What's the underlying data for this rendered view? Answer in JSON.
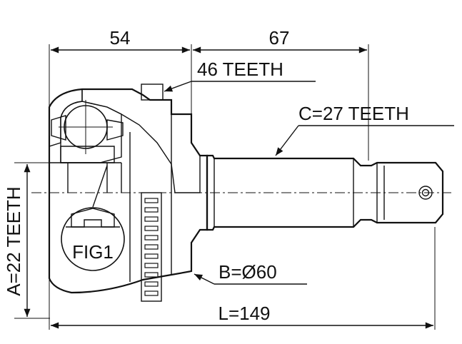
{
  "dimensions": {
    "top_left": "54",
    "top_right": "67",
    "outer_teeth": "46 TEETH",
    "spline_teeth": "C=27 TEETH",
    "inner_teeth": "A=22 TEETH",
    "diameter": "B=Ø60",
    "length": "L=149"
  },
  "figure_label": "FIG1"
}
